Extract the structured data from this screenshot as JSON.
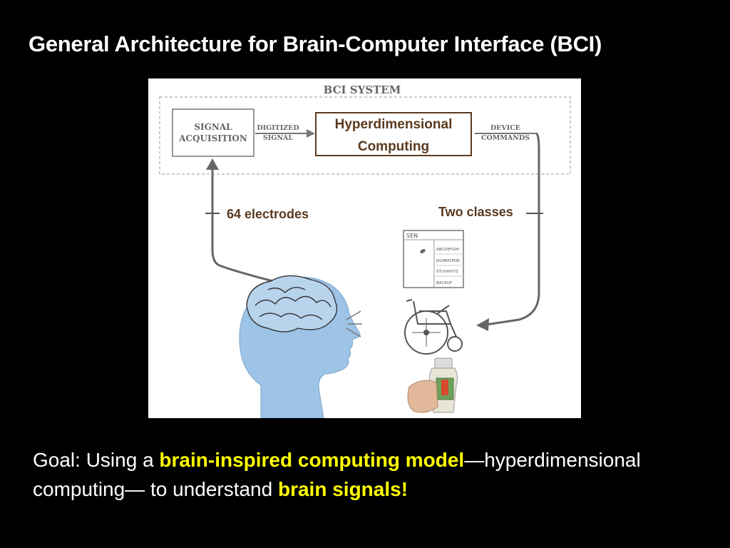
{
  "slide_title": "General Architecture for Brain-Computer Interface (BCI)",
  "diagram": {
    "system_label": "BCI SYSTEM",
    "signal_acquisition": [
      "SIGNAL",
      "ACQUISITION"
    ],
    "digitized_signal": [
      "DIGITIZED",
      "SIGNAL"
    ],
    "processing": [
      "Hyperdimensional",
      "Computing"
    ],
    "device_commands": [
      "DEVICE",
      "COMMANDS"
    ],
    "electrodes_label": "64 electrodes",
    "classes_label": "Two classes",
    "speller": {
      "header": "SEN",
      "rows": [
        "ABCDEFGHI",
        "JKLMNOPQR",
        "STUVWXYZ",
        "BACKUP"
      ]
    }
  },
  "goal": {
    "prefix": "Goal: Using a ",
    "highlight1": "brain-inspired computing model",
    "middle": "—hyperdimensional computing— to understand ",
    "highlight2": "brain signals",
    "suffix": "!"
  },
  "colors": {
    "background": "#000000",
    "title_text": "#ffffff",
    "highlight": "#ffff00",
    "label_brown": "#5a3a1e",
    "head_blue": "#9dc3e6"
  }
}
